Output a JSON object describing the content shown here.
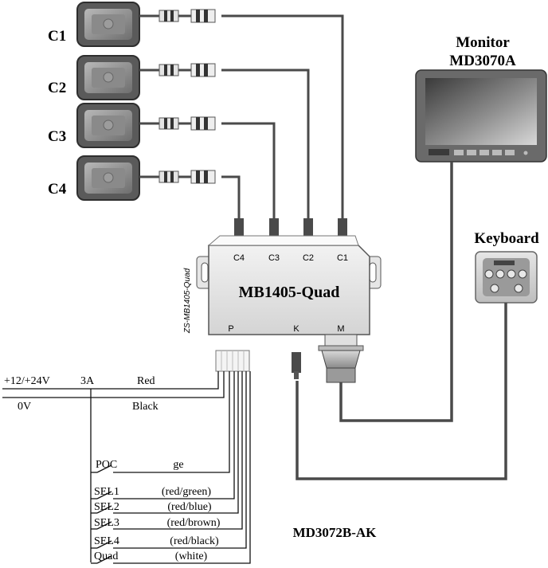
{
  "cameras": [
    {
      "id": "c1",
      "label": "C1"
    },
    {
      "id": "c2",
      "label": "C2"
    },
    {
      "id": "c3",
      "label": "C3"
    },
    {
      "id": "c4",
      "label": "C4"
    }
  ],
  "monitor": {
    "label_line1": "Monitor",
    "label_line2": "MD3070A"
  },
  "keyboard": {
    "label": "Keyboard"
  },
  "control_box": {
    "title": "MB1405-Quad",
    "side_text": "ZS-MB1405-Quad",
    "ports_top": [
      "C4",
      "C3",
      "C2",
      "C1"
    ],
    "ports_bottom": {
      "p": "P",
      "k": "K",
      "m": "M"
    }
  },
  "power": {
    "voltage": "+12/+24V",
    "fuse": "3A",
    "red": "Red",
    "ground": "0V",
    "black": "Black"
  },
  "switches": [
    {
      "name": "POC",
      "wire": "ge"
    },
    {
      "name": "SEL1",
      "wire": "(red/green)"
    },
    {
      "name": "SEL2",
      "wire": "(red/blue)"
    },
    {
      "name": "SEL3",
      "wire": "(red/brown)"
    },
    {
      "name": "SEL4",
      "wire": "(red/black)"
    },
    {
      "name": "Quad",
      "wire": "(white)"
    }
  ],
  "cable_set": {
    "label": "MD3072B-AK"
  }
}
